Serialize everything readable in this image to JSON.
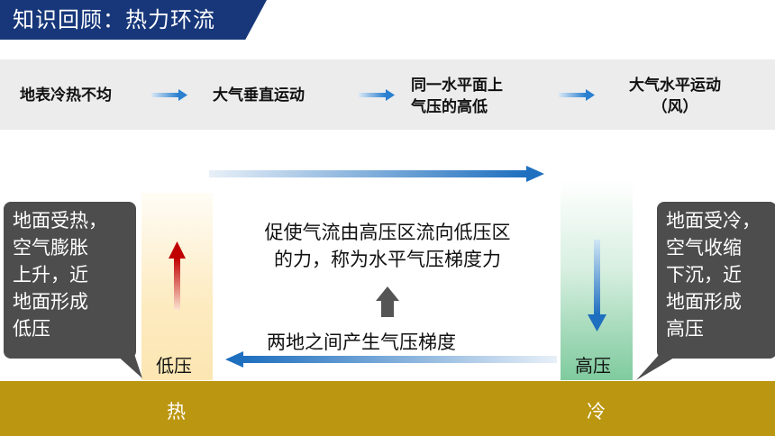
{
  "title": "知识回顾：热力环流",
  "flow": {
    "steps": [
      {
        "lines": [
          "地表冷热不均"
        ]
      },
      {
        "lines": [
          "大气垂直运动"
        ]
      },
      {
        "lines": [
          "同一水平面上",
          "气压的高低"
        ]
      },
      {
        "lines": [
          "大气水平运动",
          "（风）"
        ]
      }
    ]
  },
  "diagram": {
    "hot_column_label": "低压",
    "cold_column_label": "高压",
    "ground_left": "热",
    "ground_right": "冷",
    "left_callout": [
      "地面受热，",
      "空气膨胀",
      "上升，近",
      "地面形成",
      "低压"
    ],
    "right_callout": [
      "地面受冷，",
      "空气收缩",
      "下沉，近",
      "地面形成",
      "高压"
    ],
    "center_text": [
      "促使气流由高压区流向低压区",
      "的力，称为水平气压梯度力"
    ],
    "gradient_text": "两地之间产生气压梯度"
  },
  "colors": {
    "title_bg": "#17377a",
    "ground": "#bb9610",
    "callout_bg": "#4d4d4d",
    "arrow_blue": "#1e6fbf",
    "arrow_red": "#c00000"
  }
}
